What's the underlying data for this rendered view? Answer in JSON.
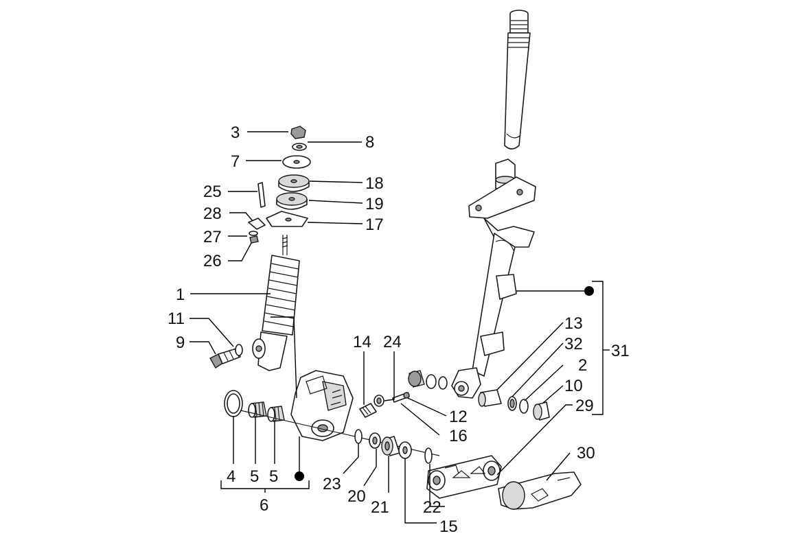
{
  "diagram": {
    "labels": {
      "l1": "1",
      "l2": "2",
      "l3": "3",
      "l4": "4",
      "l5a": "5",
      "l5b": "5",
      "l6": "6",
      "l7": "7",
      "l8": "8",
      "l9": "9",
      "l10": "10",
      "l11": "11",
      "l12": "12",
      "l13": "13",
      "l14": "14",
      "l15": "15",
      "l16": "16",
      "l17": "17",
      "l18": "18",
      "l19": "19",
      "l20": "20",
      "l21": "21",
      "l22": "22",
      "l23": "23",
      "l24": "24",
      "l25": "25",
      "l26": "26",
      "l27": "27",
      "l28": "28",
      "l29": "29",
      "l30": "30",
      "l31": "31",
      "l32": "32"
    }
  }
}
